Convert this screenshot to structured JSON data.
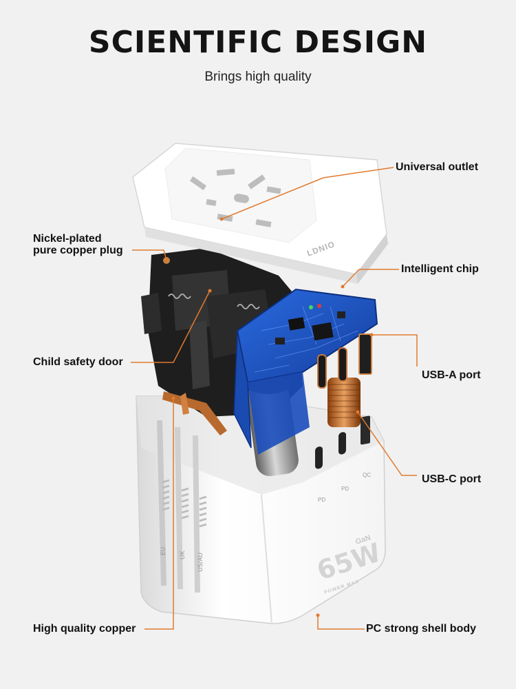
{
  "header": {
    "title": "SCIENTIFIC DESIGN",
    "subtitle": "Brings high quality"
  },
  "product": {
    "brand": "LDNIO",
    "power": "65W",
    "tech": "GaN",
    "tagline": "POWER MAX",
    "port_labels": [
      "PD",
      "PD",
      "QC"
    ],
    "plug_labels": [
      "EU",
      "UK",
      "US/AU"
    ]
  },
  "callouts": {
    "universal_outlet": "Universal outlet",
    "nickel_plug_line1": "Nickel-plated",
    "nickel_plug_line2": "pure copper plug",
    "intelligent_chip": "Intelligent chip",
    "child_safety_door": "Child safety door",
    "usb_a_port": "USB-A port",
    "usb_c_port": "USB-C port",
    "high_quality_copper": "High quality copper",
    "pc_shell": "PC strong shell body"
  },
  "colors": {
    "accent_line": "#e07a2e",
    "pcb_blue": "#1d56c9",
    "shell_white": "#ffffff",
    "background": "#f1f1f1"
  }
}
